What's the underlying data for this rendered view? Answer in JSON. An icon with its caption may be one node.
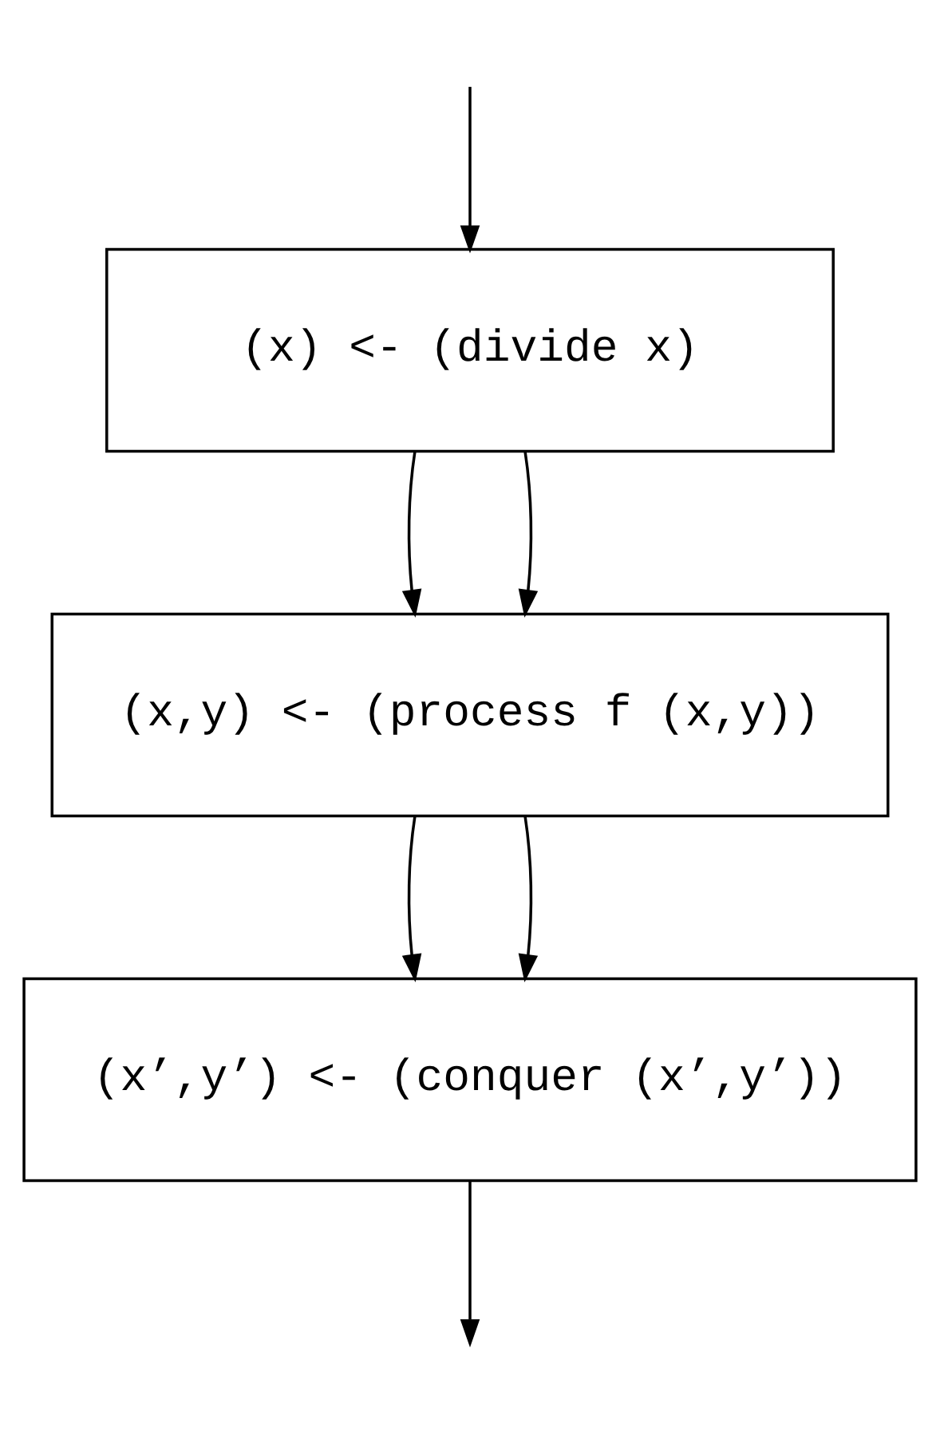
{
  "diagram": {
    "nodes": [
      {
        "text": [
          "(x) <- (divide x)"
        ]
      },
      {
        "text": [
          "(x,y) <- (process f (x,y))"
        ]
      },
      {
        "text": [
          "(x’,y’) <- (conquer (x’,y’))"
        ]
      }
    ],
    "edges": [
      {
        "from": null,
        "to": 0,
        "arrow": "to"
      },
      {
        "from": 0,
        "to": 1,
        "arrow": "to"
      },
      {
        "from": 0,
        "to": 1,
        "arrow": "to"
      },
      {
        "from": 1,
        "to": 2,
        "arrow": "to"
      },
      {
        "from": 1,
        "to": 2,
        "arrow": "to"
      },
      {
        "from": 2,
        "to": null,
        "arrow": "to"
      }
    ]
  }
}
